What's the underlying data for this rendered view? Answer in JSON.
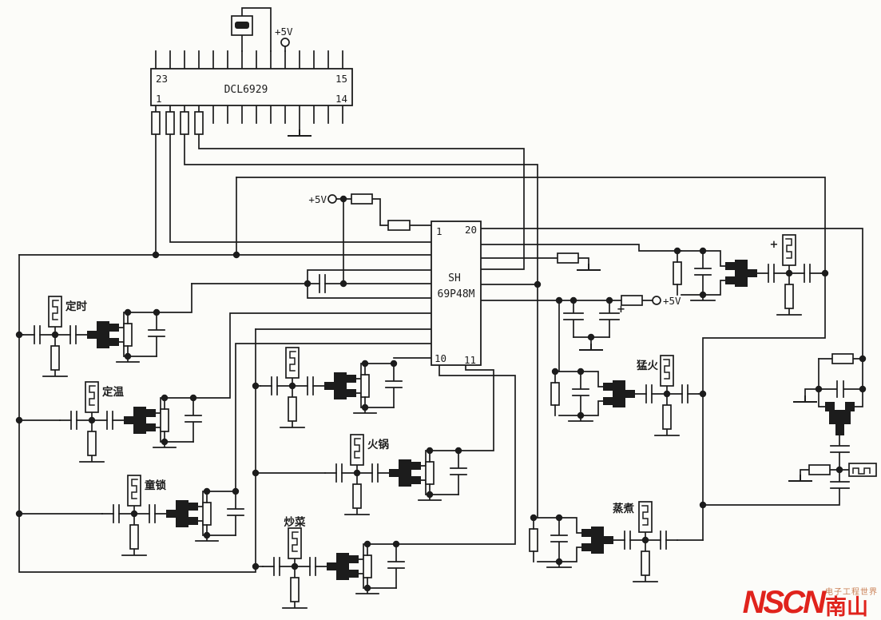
{
  "ics": {
    "dcl6929": {
      "label": "DCL6929",
      "pin_top_left": "23",
      "pin_bottom_left": "1",
      "pin_top_right": "15",
      "pin_bottom_right": "14"
    },
    "sh69p48m": {
      "label_line1": "SH",
      "label_line2": "69P48M",
      "pin_top_left": "1",
      "pin_top_right": "20",
      "pin_bottom_left": "10",
      "pin_bottom_right": "11"
    }
  },
  "power": {
    "vcc_top": "+5V",
    "vcc_mcu": "+5V",
    "vcc_right": "+5V"
  },
  "keys": {
    "timer": {
      "label": "定时"
    },
    "temp_set": {
      "label": "定温"
    },
    "child_lock": {
      "label": "童锁"
    },
    "stir_fry": {
      "label": "炒菜"
    },
    "hot_pot": {
      "label": "火锅"
    },
    "high_heat": {
      "label": "猛火"
    },
    "steam_boil": {
      "label": "蒸煮"
    },
    "plus": {
      "label": "+"
    }
  },
  "marks": {
    "electrolytic_plus": "+"
  },
  "logo": {
    "brand": "NSCN",
    "brand_cn": "南山",
    "watermark": "电子工程世界"
  },
  "colors": {
    "ink": "#1c1c1c",
    "brand_red": "#e0231c",
    "paper": "#fcfcf9"
  }
}
